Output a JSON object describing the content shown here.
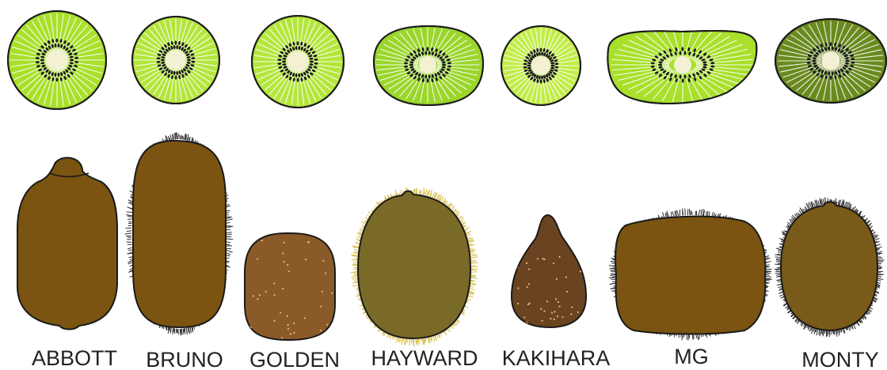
{
  "varieties": [
    {
      "label": "ABBOTT",
      "slice_icon": "kiwi-slice-icon",
      "fruit_icon": "kiwi-fruit-icon",
      "flesh_color": "#a8e02c",
      "skin_color": "#7a5410",
      "hair": "none",
      "speckles": false
    },
    {
      "label": "BRUNO",
      "slice_icon": "kiwi-slice-icon",
      "fruit_icon": "kiwi-fruit-icon",
      "flesh_color": "#b4e63c",
      "skin_color": "#7a5410",
      "hair": "dark",
      "speckles": false
    },
    {
      "label": "GOLDEN",
      "slice_icon": "kiwi-slice-icon",
      "fruit_icon": "kiwi-fruit-icon",
      "flesh_color": "#b4e63c",
      "skin_color": "#8a5a28",
      "hair": "none",
      "speckles": true
    },
    {
      "label": "HAYWARD",
      "slice_icon": "kiwi-slice-icon",
      "fruit_icon": "kiwi-fruit-icon",
      "flesh_color": "#9ad62c",
      "skin_color": "#7a6a28",
      "hair": "golden",
      "speckles": false
    },
    {
      "label": "KAKIHARA",
      "slice_icon": "kiwi-slice-icon",
      "fruit_icon": "kiwi-fruit-icon",
      "flesh_color": "#c2ec48",
      "skin_color": "#6a4420",
      "hair": "none",
      "speckles": true
    },
    {
      "label": "MG",
      "slice_icon": "kiwi-slice-icon",
      "fruit_icon": "kiwi-fruit-icon",
      "flesh_color": "#a8e02c",
      "skin_color": "#7a5410",
      "hair": "dark",
      "speckles": false
    },
    {
      "label": "MONTY",
      "slice_icon": "kiwi-slice-icon",
      "fruit_icon": "kiwi-fruit-icon",
      "flesh_color": "#6a8a1e",
      "skin_color": "#7a5a18",
      "hair": "dark",
      "speckles": false
    }
  ],
  "colors": {
    "outline": "#1a1a1a",
    "seed": "#1a1a1a",
    "core": "#f4f0d4",
    "ray": "#ffffff",
    "dark_hair": "#2a2a2a",
    "golden_hair": "#d4b83a",
    "speckle": "#e8b878"
  }
}
